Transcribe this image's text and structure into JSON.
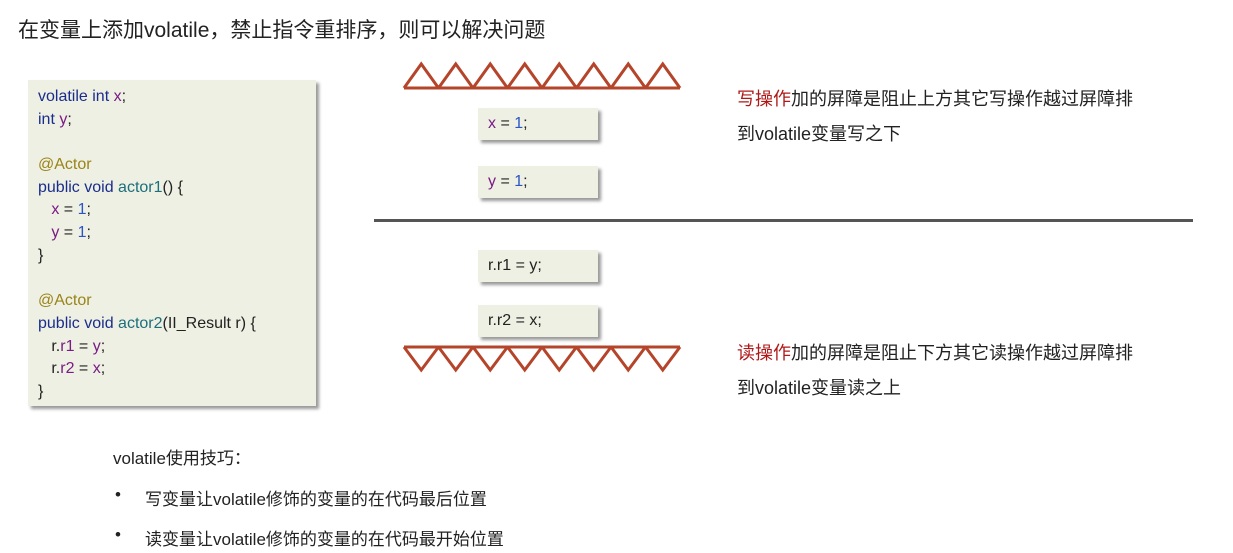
{
  "title": "在变量上添加volatile，禁止指令重排序，则可以解决问题",
  "code": {
    "l1": {
      "a": "volatile int ",
      "b": "x",
      ";": ";"
    },
    "l2": {
      "a": "int ",
      "b": "y",
      ";": ";"
    },
    "ann": "@Actor",
    "m1": {
      "a": "public void ",
      "b": "actor1",
      "c": "() {"
    },
    "m2": {
      "a": "public void ",
      "b": "actor2",
      "c": "(II_Result r) {"
    },
    "x": "x",
    "y": "y",
    "eq": " = ",
    "one": "1",
    "semi": ";",
    "close": "}",
    "r": "r.",
    "r1": "r1",
    "r2": "r2"
  },
  "boxes": [
    {
      "lhs": "x",
      "rhs": "1"
    },
    {
      "lhs": "y",
      "rhs": "1"
    },
    {
      "lhs": "r.r1",
      "rhs": "y"
    },
    {
      "lhs": "r.r2",
      "rhs": "x"
    }
  ],
  "notes": {
    "write_hl": "写操作",
    "write_rest": "加的屏障是阻止上方其它写操作越过屏障排",
    "write_l2": "到volatile变量写之下",
    "read_hl": "读操作",
    "read_rest": "加的屏障是阻止下方其它读操作越过屏障排",
    "read_l2": "到volatile变量读之上"
  },
  "tips": {
    "heading": "volatile使用技巧：",
    "items": [
      "写变量让volatile修饰的变量的在代码最后位置",
      "读变量让volatile修饰的变量的在代码最开始位置"
    ],
    "bullet": "•"
  },
  "colors": {
    "barrier": "#b5452a",
    "highlight": "#b01818"
  }
}
